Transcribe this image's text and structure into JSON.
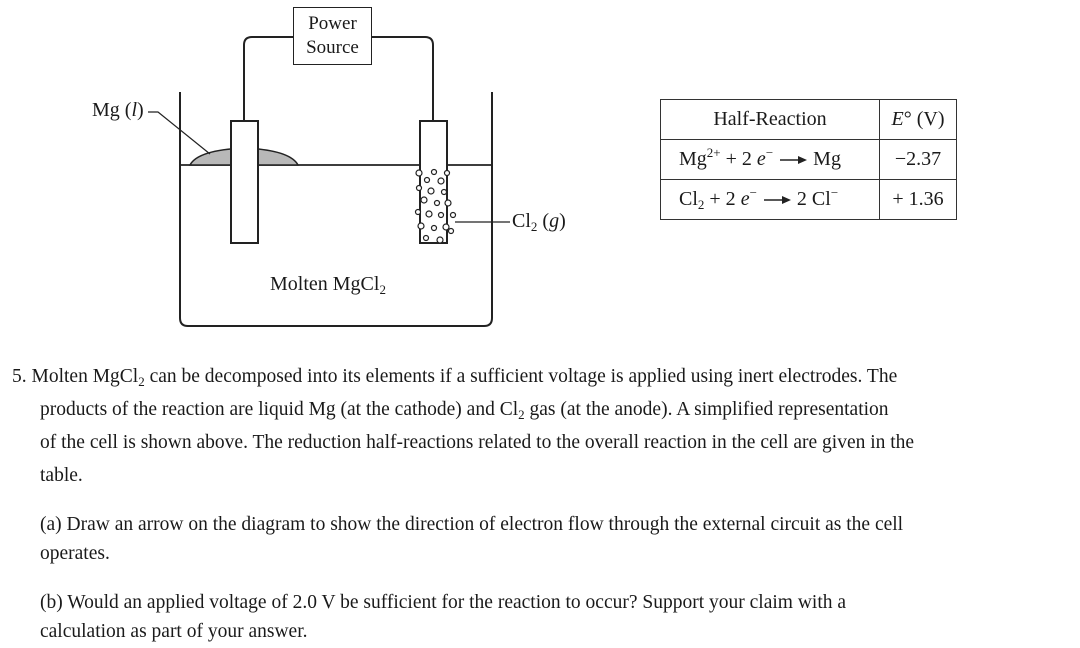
{
  "diagram": {
    "power_source_line1": "Power",
    "power_source_line2": "Source",
    "mg_label": "Mg",
    "mg_state": "l",
    "cl2_label_pre": "Cl",
    "cl2_sub": "2",
    "cl2_state": "g",
    "molten_label_pre": "Molten MgCl",
    "molten_sub": "2"
  },
  "table": {
    "header_reaction": "Half-Reaction",
    "header_e_italic": "E",
    "header_e_rest": "° (V)",
    "rows": [
      {
        "species": "Mg",
        "charge": "2+",
        "middle": " + 2 ",
        "electron": "e",
        "electron_sup": "−",
        "product": "Mg",
        "value": "−2.37"
      },
      {
        "species": "Cl",
        "sub": "2",
        "middle": " + 2 ",
        "electron": "e",
        "electron_sup": "−",
        "product": "2 Cl",
        "product_sup": "−",
        "value": "+ 1.36"
      }
    ]
  },
  "question": {
    "number": "5.",
    "line1_a": "Molten MgCl",
    "line1_sub": "2",
    "line1_b": " can be decomposed into its elements if a sufficient voltage is applied using inert electrodes. The",
    "line2_a": "products of the reaction are liquid Mg (at the cathode) and Cl",
    "line2_sub": "2",
    "line2_b": " gas (at the anode). A simplified representation",
    "line3": "of the cell is shown above. The reduction half-reactions related to the overall reaction in the cell are given in the",
    "line4": "table."
  },
  "part_a": {
    "line1": "(a) Draw an arrow on the diagram to show the direction of electron flow through the external circuit as the cell",
    "line2": "operates."
  },
  "part_b": {
    "line1": "(b) Would an applied voltage of 2.0 V be sufficient for the reaction to occur? Support your claim with a",
    "line2": "calculation as part of your answer."
  }
}
